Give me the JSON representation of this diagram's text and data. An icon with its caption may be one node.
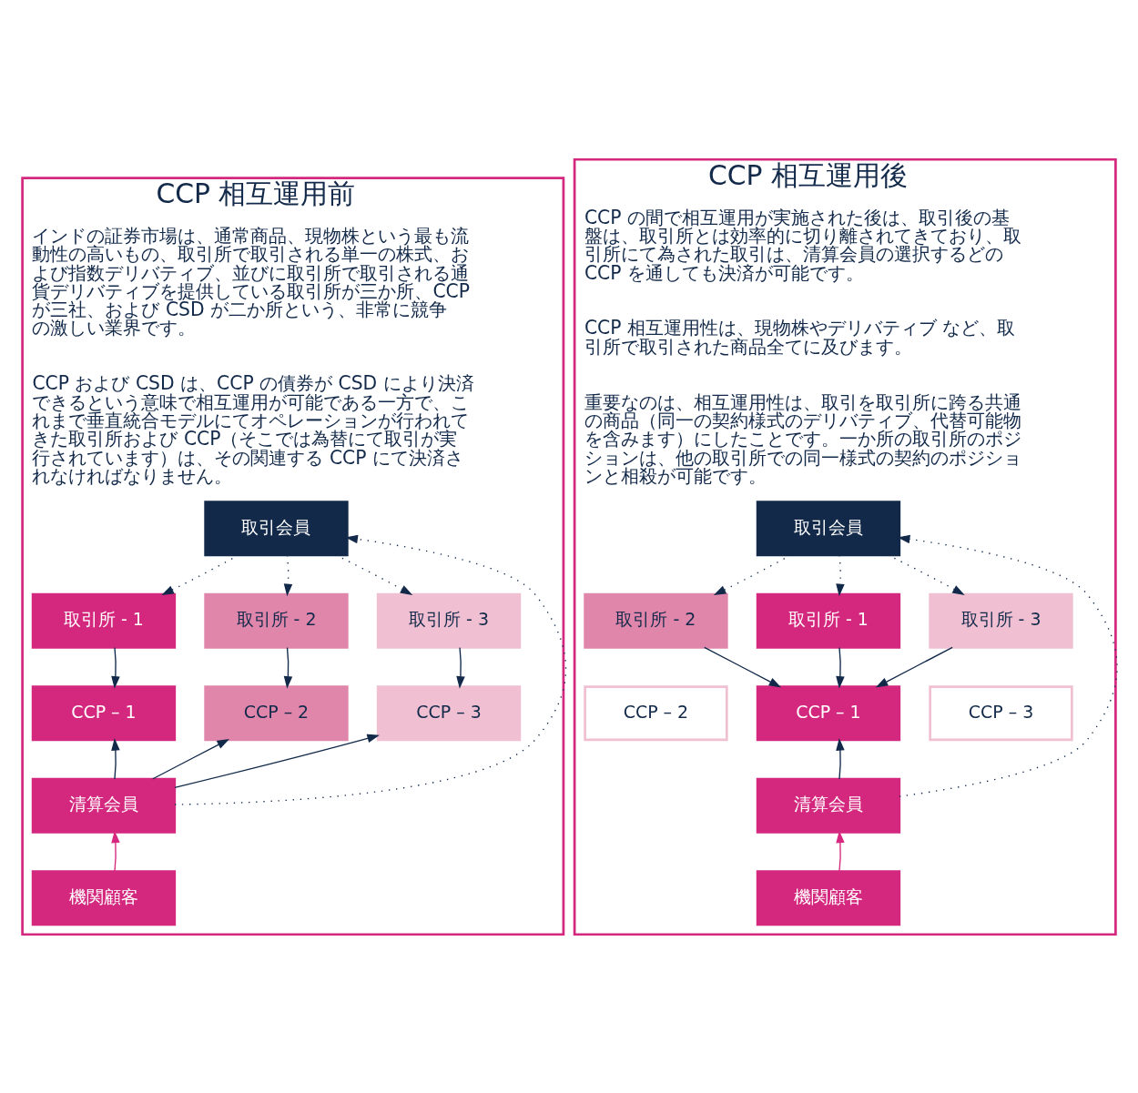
{
  "diagram": {
    "nodes": [
      {
        "text": [
          "CCP 相互運用前",
          "インドの証券市場は、通常商品、現物株という最も流動性の高いもの、取引所で取引される単一の株式、および指数デリバティブ、並びに取引所で取引される通貨デリバティブを提供している取引所が三か所、CCP が三社、および CSD が二か所という、非常に競争の激しい業界です。",
          "CCP および CSD は、CCP の債券が CSD により決済できるという意味で相互運用が可能である一方で、これまで垂直統合モデルにてオペレーションが行われてきた取引所および CCP（そこでは為替にて取引が実行されています）は、その関連する CCP にて決済されなければなりません。"
        ]
      },
      {
        "text": [
          "取引会員"
        ],
        "in": 0
      },
      {
        "text": [
          "取引所 - 1"
        ],
        "in": 0
      },
      {
        "text": [
          "取引所 - 2"
        ],
        "in": 0
      },
      {
        "text": [
          "取引所 - 3"
        ],
        "in": 0
      },
      {
        "text": [
          "CCP – 1"
        ],
        "in": 0
      },
      {
        "text": [
          "CCP – 2"
        ],
        "in": 0
      },
      {
        "text": [
          "CCP – 3"
        ],
        "in": 0
      },
      {
        "text": [
          "清算会員"
        ],
        "in": 0
      },
      {
        "text": [
          "機関顧客"
        ],
        "in": 0
      },
      {
        "text": [
          "CCP 相互運用後",
          "CCP の間で相互運用が実施された後は、取引後の基盤は、取引所とは効率的に切り離されてきており、取引所にて為された取引は、清算会員の選択するどの CCP を通しても決済が可能です。",
          "CCP 相互運用性は、現物株やデリバティブ など、取引所で取引された商品全てに及びます。",
          "重要なのは、相互運用性は、取引を取引所に跨る共通の商品（同一の契約様式のデリバティブ、代替可能物を含みます）にしたことです。一か所の取引所のポジションは、他の取引所での同一様式の契約のポジションと相殺が可能です。"
        ]
      },
      {
        "text": [
          "取引会員"
        ],
        "in": 10
      },
      {
        "text": [
          "取引所 - 1"
        ],
        "in": 10
      },
      {
        "text": [
          "取引所 - 2"
        ],
        "in": 10
      },
      {
        "text": [
          "取引所 - 3"
        ],
        "in": 10
      },
      {
        "text": [
          "CCP – 1"
        ],
        "in": 10
      },
      {
        "text": [
          "CCP – 2"
        ],
        "in": 10
      },
      {
        "text": [
          "CCP – 3"
        ],
        "in": 10
      },
      {
        "text": [
          "清算会員"
        ],
        "in": 10
      },
      {
        "text": [
          "機関顧客"
        ],
        "in": 10
      }
    ],
    "edges": [
      {
        "from": 1,
        "to": 2,
        "arrow": "to",
        "style": "dashed"
      },
      {
        "from": 1,
        "to": 3,
        "arrow": "to",
        "style": "dashed"
      },
      {
        "from": 1,
        "to": 4,
        "arrow": "to",
        "style": "dashed"
      },
      {
        "from": 2,
        "to": 5,
        "arrow": "to"
      },
      {
        "from": 3,
        "to": 6,
        "arrow": "to"
      },
      {
        "from": 4,
        "to": 7,
        "arrow": "to"
      },
      {
        "from": 8,
        "to": 5,
        "arrow": "to"
      },
      {
        "from": 8,
        "to": 6,
        "arrow": "to"
      },
      {
        "from": 8,
        "to": 7,
        "arrow": "to"
      },
      {
        "from": 8,
        "to": 1,
        "arrow": "to",
        "style": "dashed"
      },
      {
        "from": 9,
        "to": 8,
        "arrow": "to",
        "color": "#d6287f"
      },
      {
        "from": 11,
        "to": 12,
        "arrow": "to",
        "style": "dashed"
      },
      {
        "from": 11,
        "to": 13,
        "arrow": "to",
        "style": "dashed"
      },
      {
        "from": 11,
        "to": 14,
        "arrow": "to",
        "style": "dashed"
      },
      {
        "from": 12,
        "to": 15,
        "arrow": "to"
      },
      {
        "from": 13,
        "to": 15,
        "arrow": "to"
      },
      {
        "from": 14,
        "to": 15,
        "arrow": "to"
      },
      {
        "from": 18,
        "to": 15,
        "arrow": "to"
      },
      {
        "from": 18,
        "to": 11,
        "arrow": "to",
        "style": "dashed"
      },
      {
        "from": 19,
        "to": 18,
        "arrow": "to",
        "color": "#d6287f"
      }
    ]
  }
}
